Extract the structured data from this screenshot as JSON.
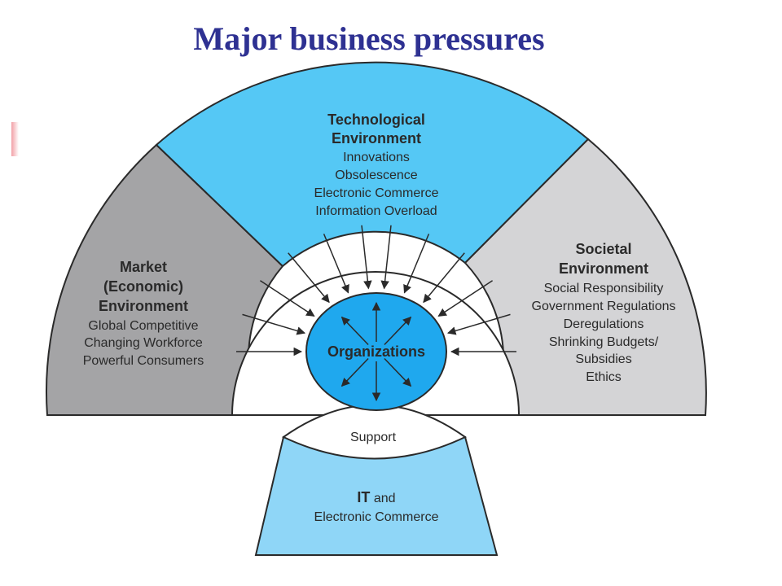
{
  "title": "Major business pressures",
  "colors": {
    "title": "#2e3192",
    "technological": "#55c8f5",
    "market": "#a4a4a6",
    "societal": "#d4d4d6",
    "organizations": "#1fa8ee",
    "it_box": "#8fd6f7",
    "outline": "#2a2a2a"
  },
  "technological": {
    "heading": [
      "Technological",
      "Environment"
    ],
    "items": [
      "Innovations",
      "Obsolescence",
      "Electronic Commerce",
      "Information Overload"
    ]
  },
  "market": {
    "heading": [
      "Market",
      "(Economic)",
      "Environment"
    ],
    "items": [
      "Global Competitive",
      "Changing Workforce",
      "Powerful Consumers"
    ]
  },
  "societal": {
    "heading": [
      "Societal",
      "Environment"
    ],
    "items": [
      "Social Responsibility",
      "Government Regulations",
      "Deregulations",
      "Shrinking Budgets/",
      "Subsidies",
      "Ethics"
    ]
  },
  "center": {
    "label": "Organizations"
  },
  "support": {
    "label": "Support"
  },
  "it": {
    "bold": "IT",
    "rest": " and",
    "line2": "Electronic Commerce"
  }
}
